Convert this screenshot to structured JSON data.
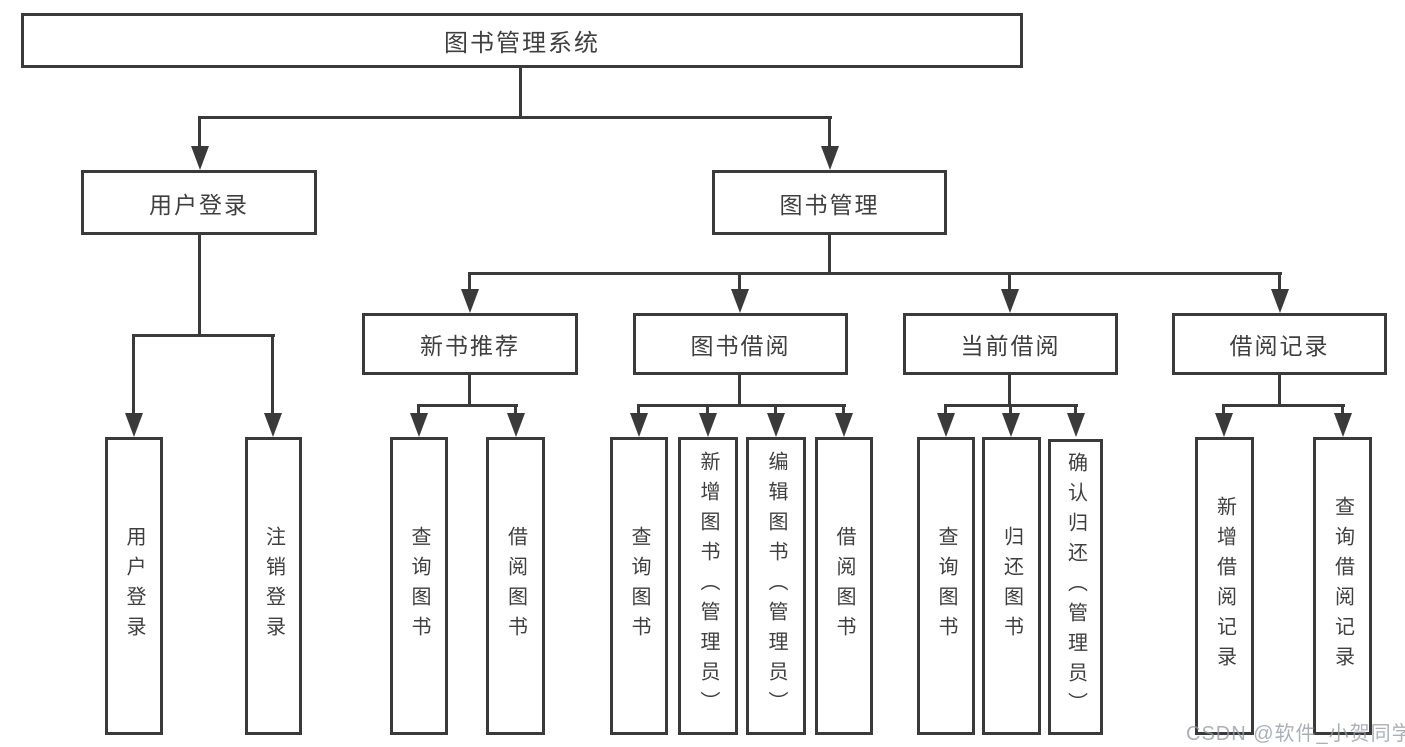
{
  "tree": {
    "root": {
      "label": "图书管理系统",
      "children": [
        {
          "label": "用户登录",
          "children": [
            {
              "label": "用户登录"
            },
            {
              "label": "注销登录"
            }
          ]
        },
        {
          "label": "图书管理",
          "children": [
            {
              "label": "新书推荐",
              "children": [
                {
                  "label": "查询图书"
                },
                {
                  "label": "借阅图书"
                }
              ]
            },
            {
              "label": "图书借阅",
              "children": [
                {
                  "label": "查询图书"
                },
                {
                  "label": "新增图书（管理员）"
                },
                {
                  "label": "编辑图书（管理员）"
                },
                {
                  "label": "借阅图书"
                }
              ]
            },
            {
              "label": "当前借阅",
              "children": [
                {
                  "label": "查询图书"
                },
                {
                  "label": "归还图书"
                },
                {
                  "label": "确认归还（管理员）"
                }
              ]
            },
            {
              "label": "借阅记录",
              "children": [
                {
                  "label": "新增借阅记录"
                },
                {
                  "label": "查询借阅记录"
                }
              ]
            }
          ]
        }
      ]
    }
  },
  "watermark": {
    "text": "CSDN @软件_小贺同学"
  },
  "colors": {
    "line": "#3a3a3a",
    "box_border": "#3a3a3a",
    "text": "#3f3f3f",
    "watermark": "#969ca4",
    "background": "#ffffff"
  }
}
